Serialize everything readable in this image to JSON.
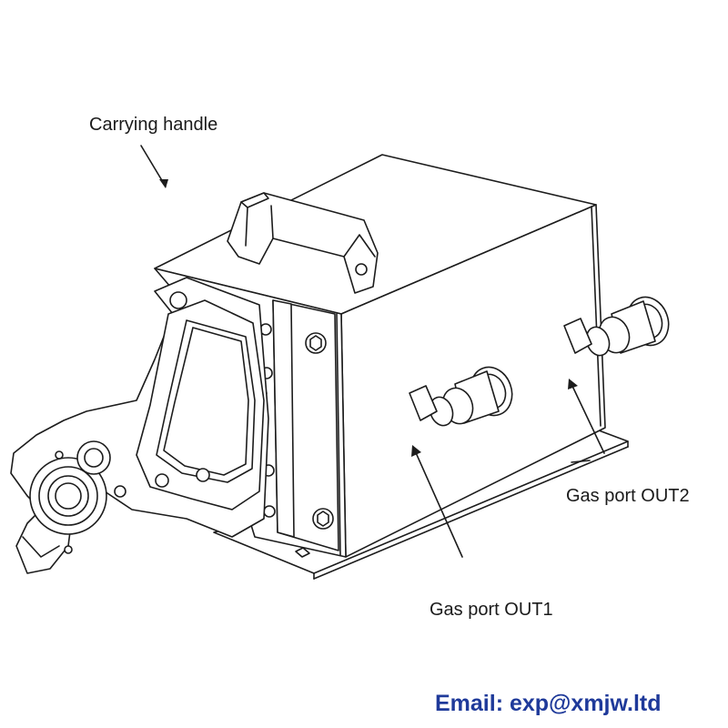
{
  "labels": {
    "carrying_handle": "Carrying handle",
    "gas_port_out2": "Gas port OUT2",
    "gas_port_out1": "Gas port OUT1"
  },
  "footer": {
    "email": "Email: exp@xmjw.ltd"
  },
  "colors": {
    "line": "#1c1c1c",
    "email": "#1f3a9a"
  }
}
